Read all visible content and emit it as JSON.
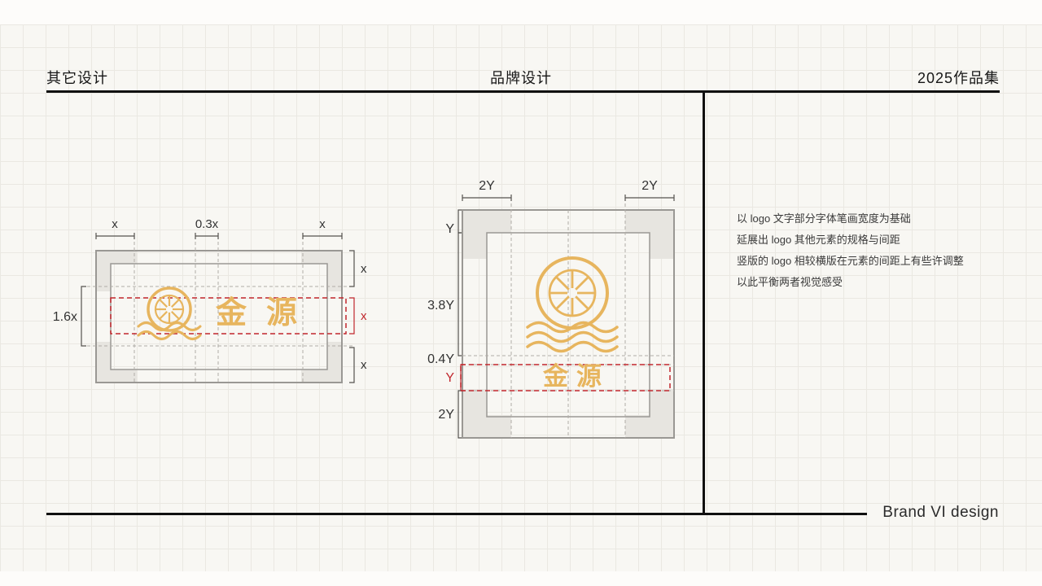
{
  "header": {
    "left_label": "其它设计",
    "center_label": "品牌设计",
    "right_label": "2025作品集"
  },
  "footer": {
    "brand_label": "Brand VI design"
  },
  "notes": {
    "lines": [
      "以 logo 文字部分字体笔画宽度为基础",
      "延展出 logo 其他元素的规格与间距",
      "竖版的 logo 相较横版在元素的间距上有些许调整",
      "以此平衡两者视觉感受"
    ]
  },
  "horizontal_diagram": {
    "top_measurements": [
      "x",
      "0.3x",
      "x"
    ],
    "left_measurement": "1.6x",
    "right_measurements": [
      "x",
      "x",
      "x"
    ],
    "logo_text": "金源"
  },
  "vertical_diagram": {
    "top_left_measurement": "2Y",
    "top_right_measurement": "2Y",
    "left_measurements": [
      "Y",
      "3.8Y",
      "0.4Y",
      "Y",
      "2Y"
    ],
    "logo_text": "金源"
  },
  "colors": {
    "accent_gold": "#e7b55e",
    "measurement_red": "#c1272d",
    "rule_black": "#101010",
    "frame_gray": "#9a9894",
    "block_gray": "#e7e5e0",
    "dash_gray": "#b0ada7",
    "grid_gray": "#eae8e2"
  }
}
